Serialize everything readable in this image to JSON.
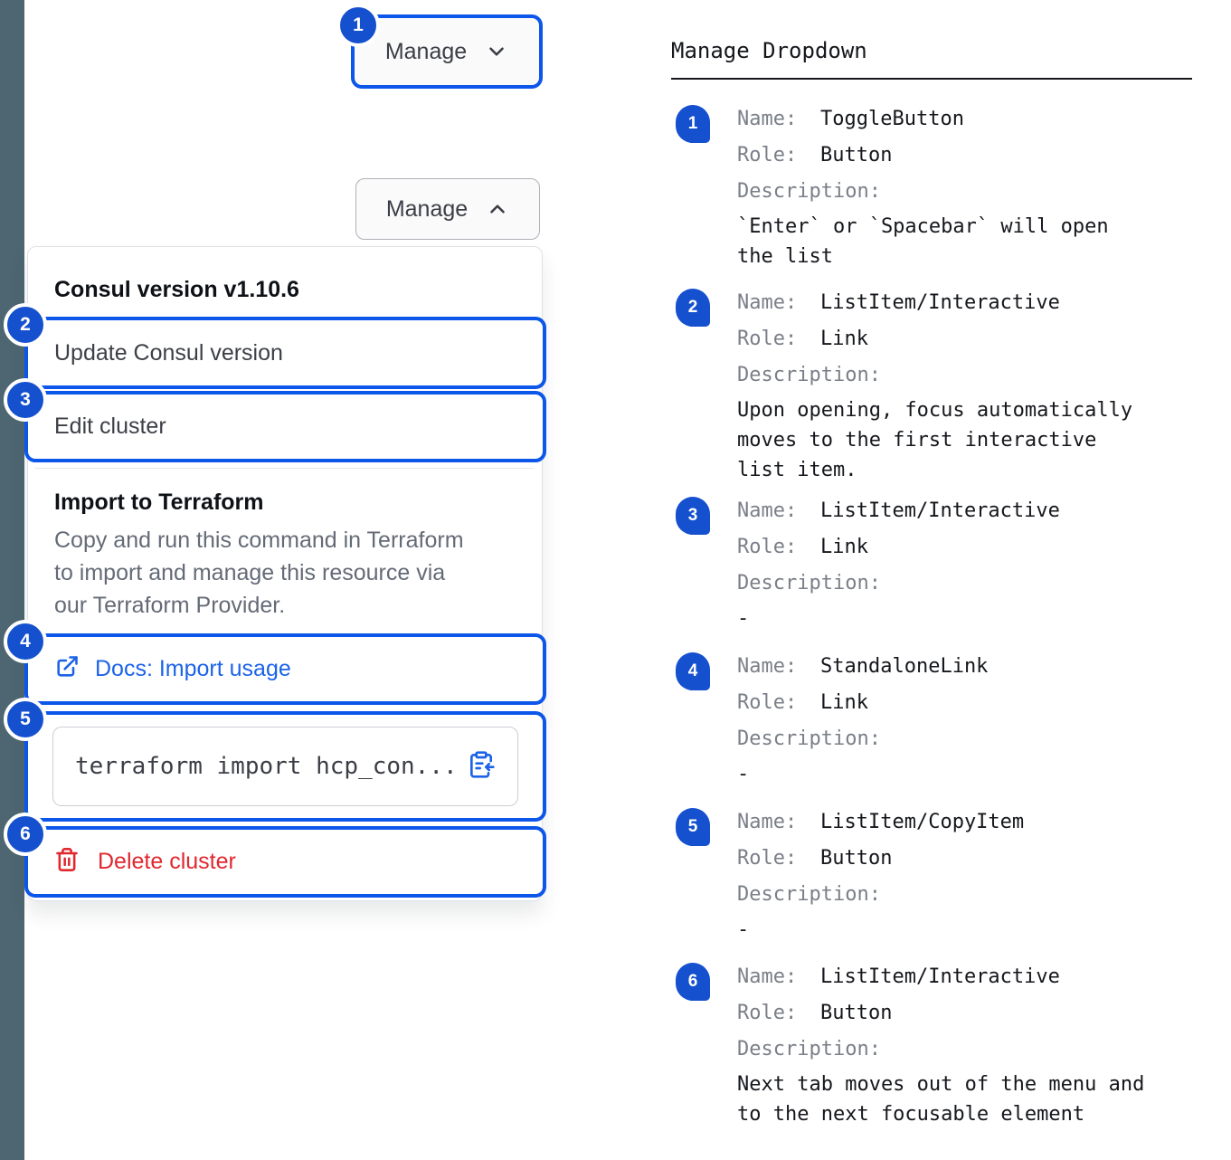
{
  "colors": {
    "focus_ring": "#0C56E9",
    "marker_blue": "#1550CE",
    "link_blue": "#1C63E8",
    "danger_red": "#E0282F",
    "rail": "#4D6671"
  },
  "demo": {
    "toggle_closed": {
      "label": "Manage",
      "marker": "1",
      "icon": "chevron-down-icon"
    },
    "toggle_open": {
      "label": "Manage",
      "icon": "chevron-up-icon"
    },
    "dropdown": {
      "version_header": "Consul version v1.10.6",
      "item_update": {
        "label": "Update Consul version",
        "marker": "2"
      },
      "item_edit": {
        "label": "Edit cluster",
        "marker": "3"
      },
      "import_title": "Import to Terraform",
      "import_description": "Copy and run this command in Terraform to import and manage this resource via our Terraform Provider.",
      "docs_link": {
        "label": "Docs: Import usage",
        "marker": "4",
        "icon": "external-link-icon"
      },
      "copy_item": {
        "code": "terraform import hcp_con...",
        "marker": "5",
        "icon": "clipboard-copy-icon"
      },
      "delete_item": {
        "label": "Delete cluster",
        "marker": "6",
        "icon": "trash-icon"
      }
    }
  },
  "spec": {
    "title": "Manage Dropdown",
    "labels": {
      "name": "Name:",
      "role": "Role:",
      "description": "Description:"
    },
    "rows": [
      {
        "marker": "1",
        "name": "ToggleButton",
        "role": "Button",
        "description": "`Enter` or `Spacebar` will open the list"
      },
      {
        "marker": "2",
        "name": "ListItem/Interactive",
        "role": "Link",
        "description": "Upon opening, focus automatically moves to the first interactive list item."
      },
      {
        "marker": "3",
        "name": "ListItem/Interactive",
        "role": "Link",
        "description": "-"
      },
      {
        "marker": "4",
        "name": "StandaloneLink",
        "role": "Link",
        "description": "-"
      },
      {
        "marker": "5",
        "name": "ListItem/CopyItem",
        "role": "Button",
        "description": "-"
      },
      {
        "marker": "6",
        "name": "ListItem/Interactive",
        "role": "Button",
        "description": "Next tab moves out of the menu and to the next focusable element"
      }
    ]
  }
}
